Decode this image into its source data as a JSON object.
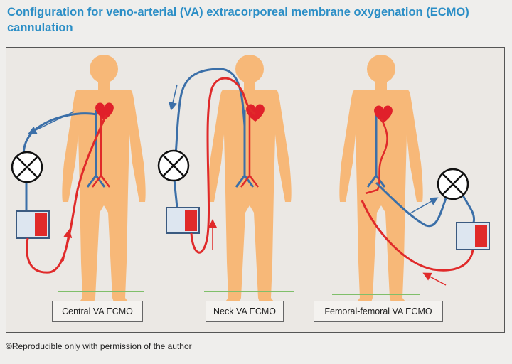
{
  "title": "Configuration for veno-arterial (VA) extracorporeal membrane oxygenation (ECMO) cannulation",
  "labels": {
    "central": "Central VA ECMO",
    "neck": "Neck VA ECMO",
    "femoral": "Femoral-femoral VA ECMO"
  },
  "footer": "©Reproducible only with permission of the author",
  "colors": {
    "title": "#2b8ec6",
    "body": "#f7b878",
    "venous": "#3b6fa8",
    "arterial": "#e02a2a",
    "heart": "#e0202a",
    "ground": "#7fbf6a"
  }
}
